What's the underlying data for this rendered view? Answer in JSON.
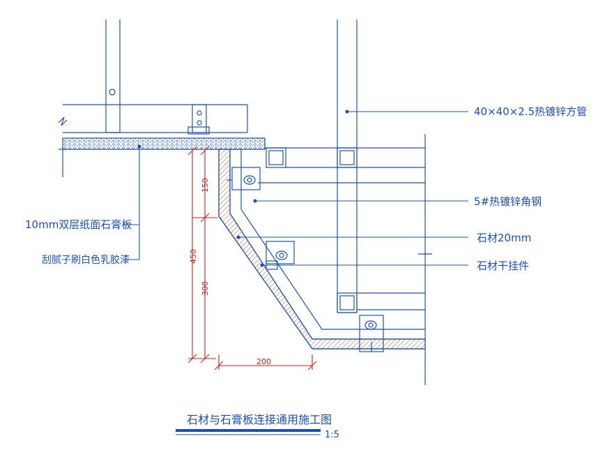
{
  "labels": {
    "square_tube": "40×40×2.5热镀锌方管",
    "angle_steel": "5#热镀锌角钢",
    "stone_thickness": "石材20mm",
    "stone_hanger": "石材干挂件",
    "gypsum_board": "10mm双层纸面石膏板",
    "putty_paint": "刮腻子刷白色乳胶漆"
  },
  "dimensions": {
    "vertical_upper": "150",
    "vertical_lower": "300",
    "vertical_total": "450",
    "horizontal": "200"
  },
  "title": {
    "text": "石材与石膏板连接通用施工图",
    "scale": "1:5"
  },
  "colors": {
    "line": "#1a4fb8",
    "dimension": "#c81e1e",
    "hatch": "#b9562a"
  }
}
